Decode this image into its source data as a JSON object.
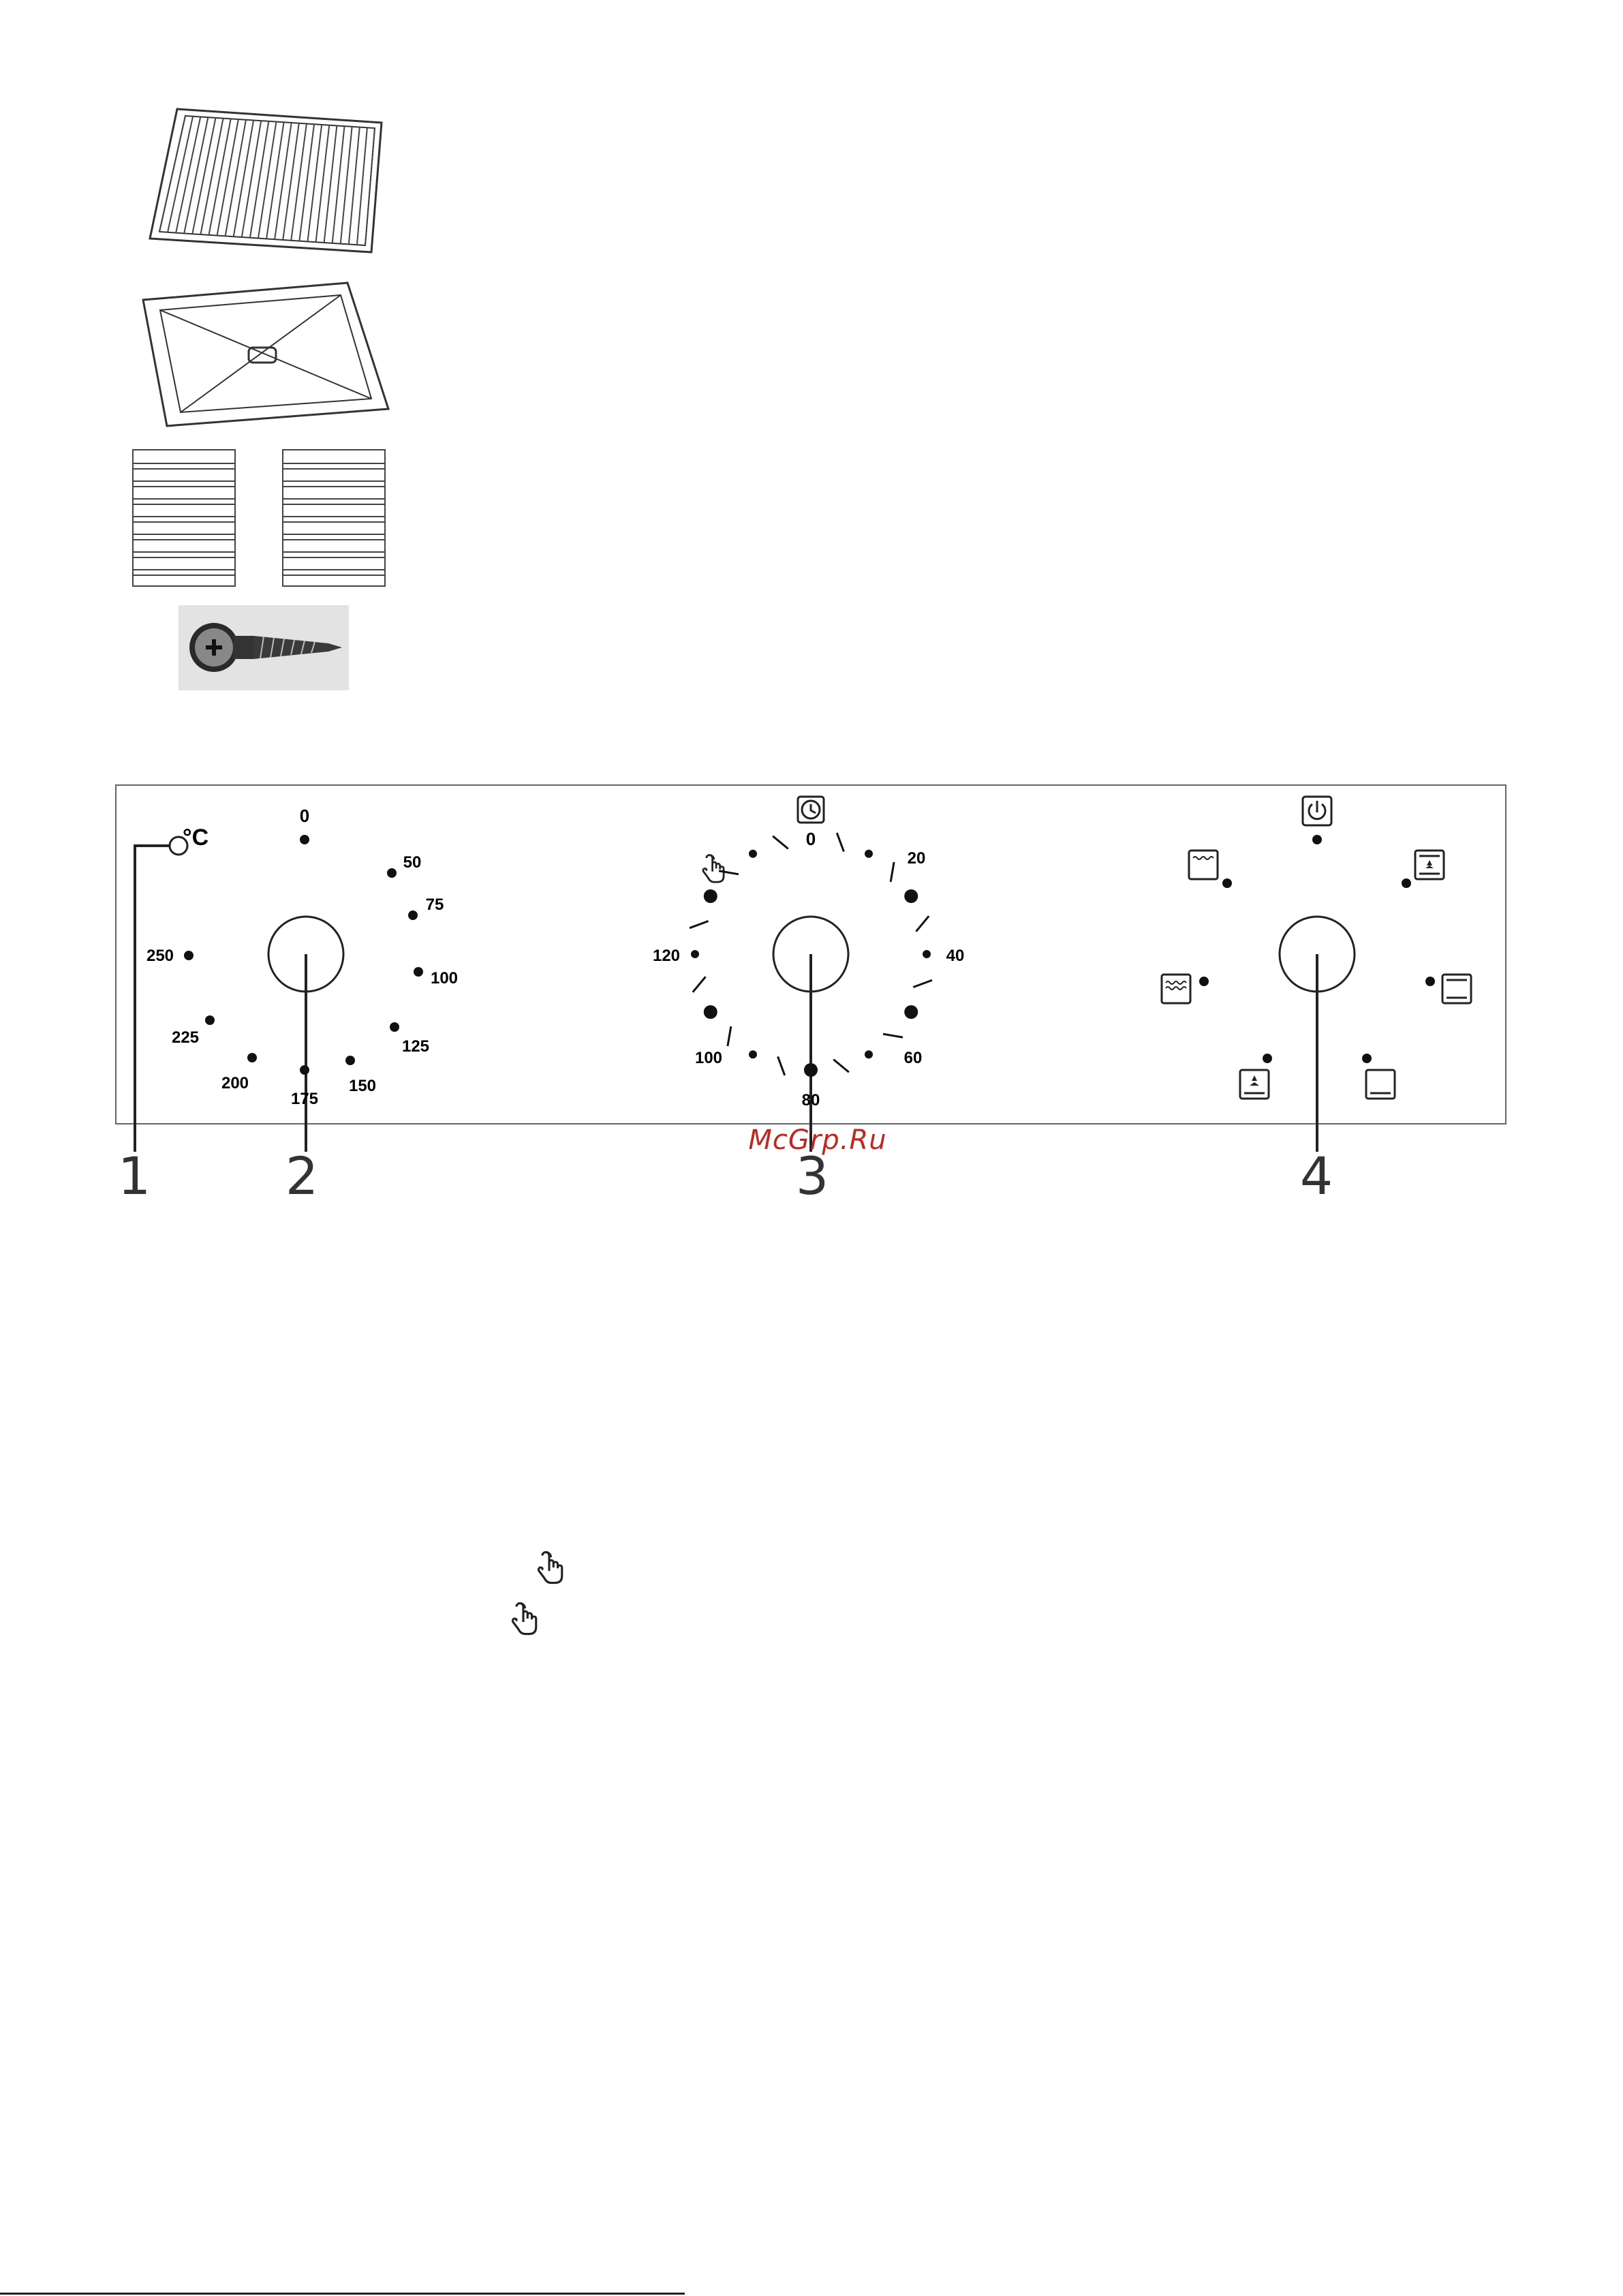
{
  "accessories": [
    {
      "name": "wire-grill-image"
    },
    {
      "name": "baking-tray-image"
    },
    {
      "name": "side-racks-image"
    },
    {
      "name": "fixing-screw-image"
    }
  ],
  "control_panel": {
    "callouts": [
      "1",
      "2",
      "3",
      "4"
    ],
    "thermostat": {
      "unit": "°C",
      "zero_label": "0",
      "labels": [
        "50",
        "75",
        "100",
        "125",
        "150",
        "175",
        "200",
        "225",
        "250"
      ]
    },
    "timer": {
      "zero_label": "0",
      "labels": [
        "20",
        "40",
        "60",
        "80",
        "100",
        "120"
      ],
      "icons": [
        "clock-icon",
        "hand-press-icon"
      ]
    },
    "function_selector": {
      "icons": [
        "power-icon",
        "top-heater-icon",
        "fan-top-bottom-icon",
        "grill-icon",
        "top-bottom-heater-icon",
        "fan-icon",
        "bottom-heater-icon"
      ]
    }
  },
  "inline_icons": [
    "hand-press-icon",
    "hand-press-icon"
  ],
  "watermark": "McGrp.Ru"
}
